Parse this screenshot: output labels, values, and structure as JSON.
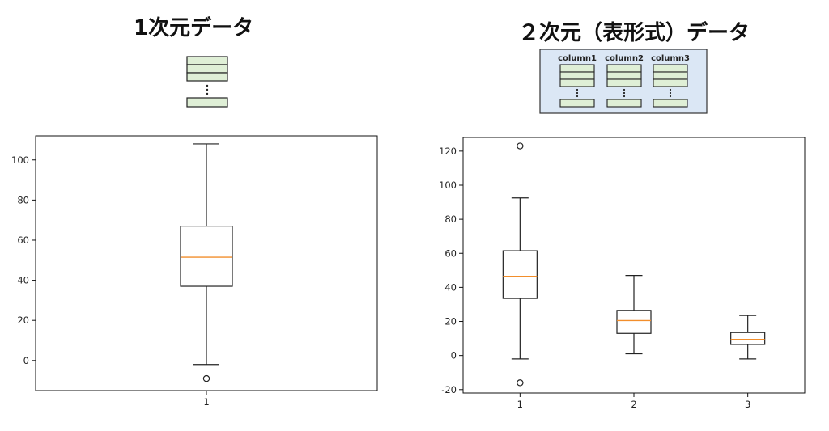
{
  "titles": {
    "one_d": "1次元データ",
    "two_d": "２次元（表形式）データ"
  },
  "table_illustration": {
    "columns": [
      "column1",
      "column2",
      "column3"
    ],
    "cell_color": "#dfefd6",
    "panel_color": "#dbe7f5"
  },
  "colors": {
    "median": "#f28e2b",
    "box": "#222222"
  },
  "chart_data": [
    {
      "type": "box",
      "categories": [
        "1"
      ],
      "ylim": [
        -15,
        112
      ],
      "yticks": [
        0,
        20,
        40,
        60,
        80,
        100
      ],
      "boxes": [
        {
          "whisker_low": -2,
          "q1": 37,
          "median": 51.5,
          "q3": 67,
          "whisker_high": 108,
          "outliers": [
            -9
          ]
        }
      ]
    },
    {
      "type": "box",
      "categories": [
        "1",
        "2",
        "3"
      ],
      "ylim": [
        -22,
        128
      ],
      "yticks": [
        -20,
        0,
        20,
        40,
        60,
        80,
        100,
        120
      ],
      "boxes": [
        {
          "whisker_low": -2,
          "q1": 33.5,
          "median": 46.5,
          "q3": 61.5,
          "whisker_high": 92.5,
          "outliers": [
            123,
            -16
          ]
        },
        {
          "whisker_low": 1,
          "q1": 13,
          "median": 20.5,
          "q3": 26.5,
          "whisker_high": 47,
          "outliers": []
        },
        {
          "whisker_low": -2,
          "q1": 6.5,
          "median": 9.5,
          "q3": 13.5,
          "whisker_high": 23.5,
          "outliers": []
        }
      ]
    }
  ]
}
